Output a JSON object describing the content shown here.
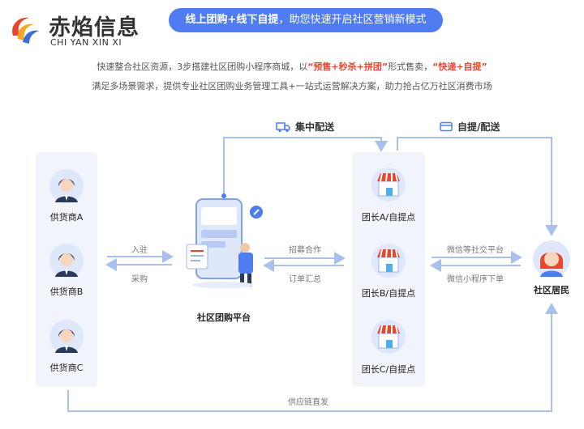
{
  "logo": {
    "name_cn": "赤焰信息",
    "name_en": "CHI YAN XIN XI"
  },
  "banner": {
    "bold": "线上团购+线下自提",
    "rest": "，助您快速开启社区营销新模式"
  },
  "desc": {
    "line1_a": "快速整合社区资源，3步搭建社区团购小程序商城，以",
    "line1_hl1": "“预售+秒杀+拼团”",
    "line1_b": "形式售卖，",
    "line1_hl2": "“快递+自提”",
    "line2": "满足多场景需求，提供专业社区团购业务管理工具+一站式运营解决方案，助力抢占亿万社区消费市场"
  },
  "flows": {
    "central_delivery": "集中配送",
    "self_pickup_delivery": "自提/配送",
    "join": "入驻",
    "purchase": "采购",
    "recruit": "招募合作",
    "order_summary": "订单汇总",
    "wechat_social": "微信等社交平台",
    "wechat_mini": "微信小程序下单",
    "supply_chain": "供应链直发"
  },
  "suppliers": [
    "供货商A",
    "供货商B",
    "供货商C"
  ],
  "platform": "社区团购平台",
  "leaders": [
    "团长A/自提点",
    "团长B/自提点",
    "团长C/自提点"
  ],
  "residents": "社区居民",
  "colors": {
    "accent": "#4f7cf0",
    "highlight": "#e8472f",
    "line": "#a9c0ec",
    "card": "#f1f4fa"
  }
}
